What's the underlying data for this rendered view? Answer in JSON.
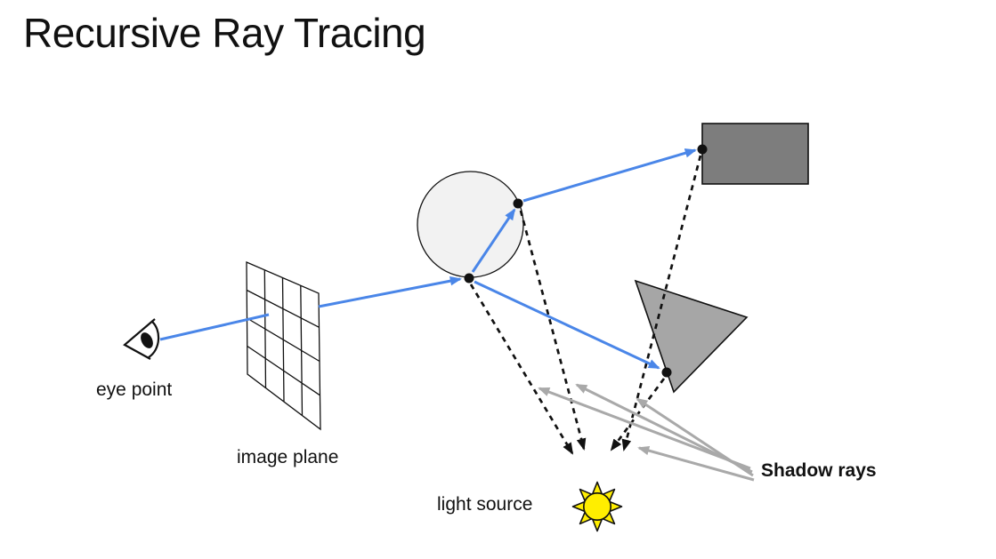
{
  "slide": {
    "title": "Recursive Ray Tracing"
  },
  "labels": {
    "eye_point": "eye point",
    "image_plane": "image plane",
    "light_source": "light source",
    "shadow_rays": "Shadow rays"
  },
  "colors": {
    "background": "#ffffff",
    "text": "#111111",
    "ray_blue": "#4a86e8",
    "shadow_black": "#111111",
    "annotation_gray": "#a9a9a9",
    "sphere_fill": "#f2f2f2",
    "rectangle_fill": "#7d7d7d",
    "triangle_fill": "#a6a6a6",
    "sun_yellow": "#ffee00",
    "outline_black": "#111111"
  },
  "diagram": {
    "shapes": [
      "eye",
      "image plane grid",
      "sphere",
      "gray rectangle",
      "gray triangle",
      "sun"
    ],
    "ray_types": {
      "blue_solid": "view ray from eye, reflected and transmitted rays",
      "black_dashed": "shadow rays from hit points toward the light source",
      "gray_solid": "annotation arrows from the Shadow rays label pointing at the dashed rays"
    }
  }
}
